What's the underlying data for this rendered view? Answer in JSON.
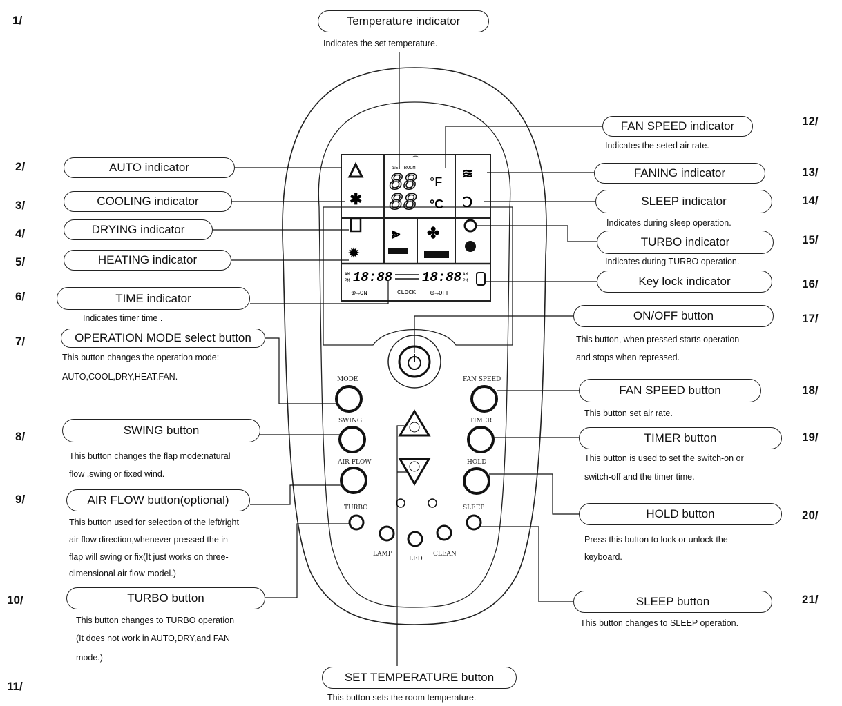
{
  "numbers": [
    "1/",
    "2/",
    "3/",
    "4/",
    "5/",
    "6/",
    "7/",
    "8/",
    "9/",
    "10/",
    "11/",
    "12/",
    "13/",
    "14/",
    "15/",
    "16/",
    "17/",
    "18/",
    "19/",
    "20/",
    "21/"
  ],
  "labels": {
    "temp_indicator": "Temperature indicator",
    "auto_indicator": "AUTO indicator",
    "cooling_indicator": "COOLING indicator",
    "drying_indicator": "DRYING indicator",
    "heating_indicator": "HEATING indicator",
    "time_indicator": "TIME indicator",
    "mode_button": "OPERATION MODE select button",
    "swing_button": "SWING button",
    "airflow_button": "AIR FLOW button(optional)",
    "turbo_button": "TURBO button",
    "set_temp_button": "SET TEMPERATURE button",
    "fan_speed_indicator": "FAN SPEED indicator",
    "faning_indicator": "FANING indicator",
    "sleep_indicator": "SLEEP indicator",
    "turbo_indicator": "TURBO indicator",
    "keylock_indicator": "Key lock indicator",
    "onoff_button": "ON/OFF button",
    "fan_speed_button": "FAN SPEED button",
    "timer_button": "TIMER button",
    "hold_button": "HOLD button",
    "sleep_button": "SLEEP button"
  },
  "descriptions": {
    "temp_indicator": "Indicates the set temperature.",
    "time_indicator": "Indicates timer time .",
    "mode_button": [
      "This button changes the operation mode:",
      "AUTO,COOL,DRY,HEAT,FAN."
    ],
    "swing_button": [
      "This button changes the flap mode:natural",
      "flow ,swing or fixed wind."
    ],
    "airflow_button": [
      "This button used for selection of the left/right",
      "air flow direction,whenever pressed the in",
      "flap will swing or fix(It just works on three-",
      "dimensional air flow model.)"
    ],
    "turbo_button": [
      "This button changes to TURBO operation",
      "(It does not work in AUTO,DRY,and FAN",
      "mode.)"
    ],
    "set_temp_button": "This button sets the room temperature.",
    "fan_speed_indicator": "Indicates the seted air rate.",
    "sleep_indicator": "Indicates during sleep operation.",
    "turbo_indicator": "Indicates during TURBO operation.",
    "onoff_button": [
      "This button, when pressed starts operation",
      "and stops when repressed."
    ],
    "fan_speed_button": "This button set air rate.",
    "timer_button": [
      "This button is used to set the switch-on or",
      "switch-off and the timer time."
    ],
    "hold_button": [
      "Press this button to lock or unlock the",
      "keyboard."
    ],
    "sleep_button": "This button changes to SLEEP operation."
  },
  "remote": {
    "buttons": {
      "mode": "MODE",
      "fan_speed": "FAN SPEED",
      "swing": "SWING",
      "timer": "TIMER",
      "air_flow": "AIR FLOW",
      "hold": "HOLD",
      "turbo": "TURBO",
      "sleep": "SLEEP",
      "lamp": "LAMP",
      "led": "LED",
      "clean": "CLEAN"
    },
    "lcd": {
      "set_room": "SET ROOM",
      "temp_digits": "88",
      "unit_f": "°F",
      "unit_c": "°C",
      "clock_left": "18:88",
      "clock_right": "18:88",
      "clock": "CLOCK",
      "am": "AM",
      "pm": "PM",
      "timer_on": "⊕→ON",
      "timer_off": "⊕→OFF"
    }
  }
}
